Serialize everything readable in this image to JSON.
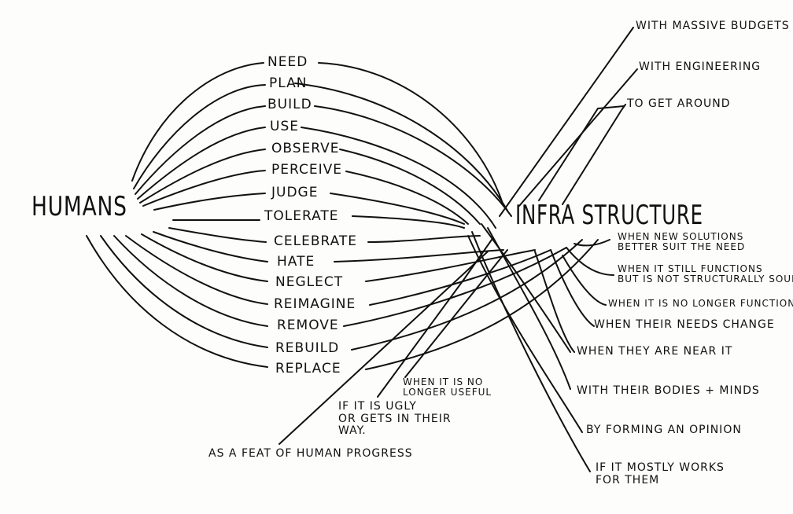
{
  "title_left": "HUMANS",
  "title_right": "INFRA STRUCTURE",
  "verbs": [
    "NEED",
    "PLAN",
    "BUILD",
    "USE",
    "OBSERVE",
    "PERCEIVE",
    "JUDGE",
    "TOLERATE",
    "CELEBRATE",
    "HATE",
    "NEGLECT",
    "REIMAGINE",
    "REMOVE",
    "REBUILD",
    "REPLACE"
  ],
  "right_top_notes": [
    "WITH MASSIVE BUDGETS",
    "WITH ENGINEERING",
    "TO GET AROUND"
  ],
  "right_bottom_notes": [
    "WHEN NEW SOLUTIONS\nBETTER SUIT THE NEED",
    "WHEN IT STILL FUNCTIONS\nBUT IS NOT STRUCTURALLY SOUND",
    "WHEN IT IS NO LONGER FUNCTIONAL",
    "WHEN THEIR NEEDS CHANGE",
    "WHEN THEY ARE NEAR IT",
    "WITH THEIR BODIES + MINDS",
    "BY FORMING AN OPINION",
    "IF IT MOSTLY WORKS\nFOR THEM"
  ],
  "bottom_notes": [
    "WHEN IT IS NO\nLONGER USEFUL",
    "IF IT IS UGLY\nOR GETS IN THEIR\nWAY.",
    "AS A FEAT OF HUMAN PROGRESS"
  ]
}
